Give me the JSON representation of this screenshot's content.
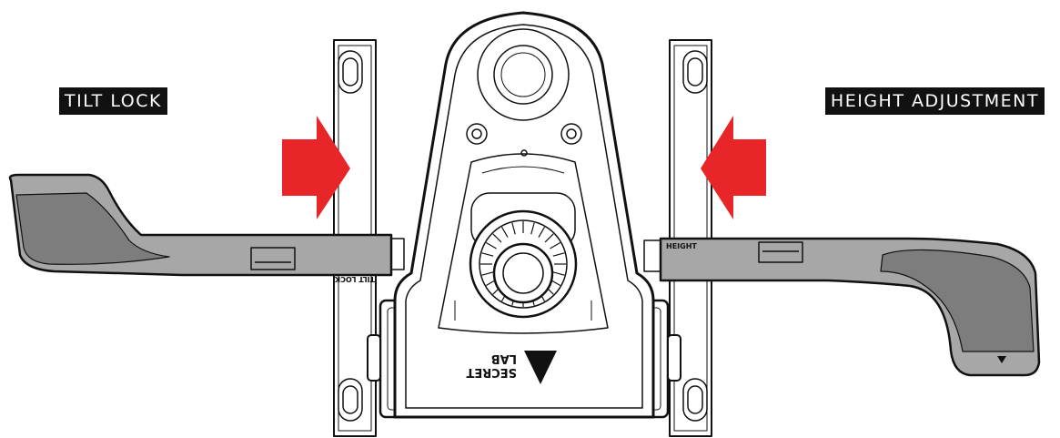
{
  "callouts": {
    "left": "TILT LOCK",
    "right": "HEIGHT ADJUSTMENT"
  },
  "lever_labels": {
    "left": "TILT LOCK",
    "right": "HEIGHT"
  },
  "brand": {
    "name_line1": "SECRET",
    "name_line2": "LAB",
    "logo": "triangle-logo-icon"
  },
  "colors": {
    "arrow": "#e8262a",
    "outline": "#111111",
    "lever_fill": "#a7a7a7",
    "lever_grip": "#7d7d7d",
    "callout_bg": "#111111",
    "callout_text": "#ffffff"
  },
  "icons": {
    "arrow_left_lever": "arrow-right-icon",
    "arrow_right_lever": "arrow-left-icon"
  }
}
